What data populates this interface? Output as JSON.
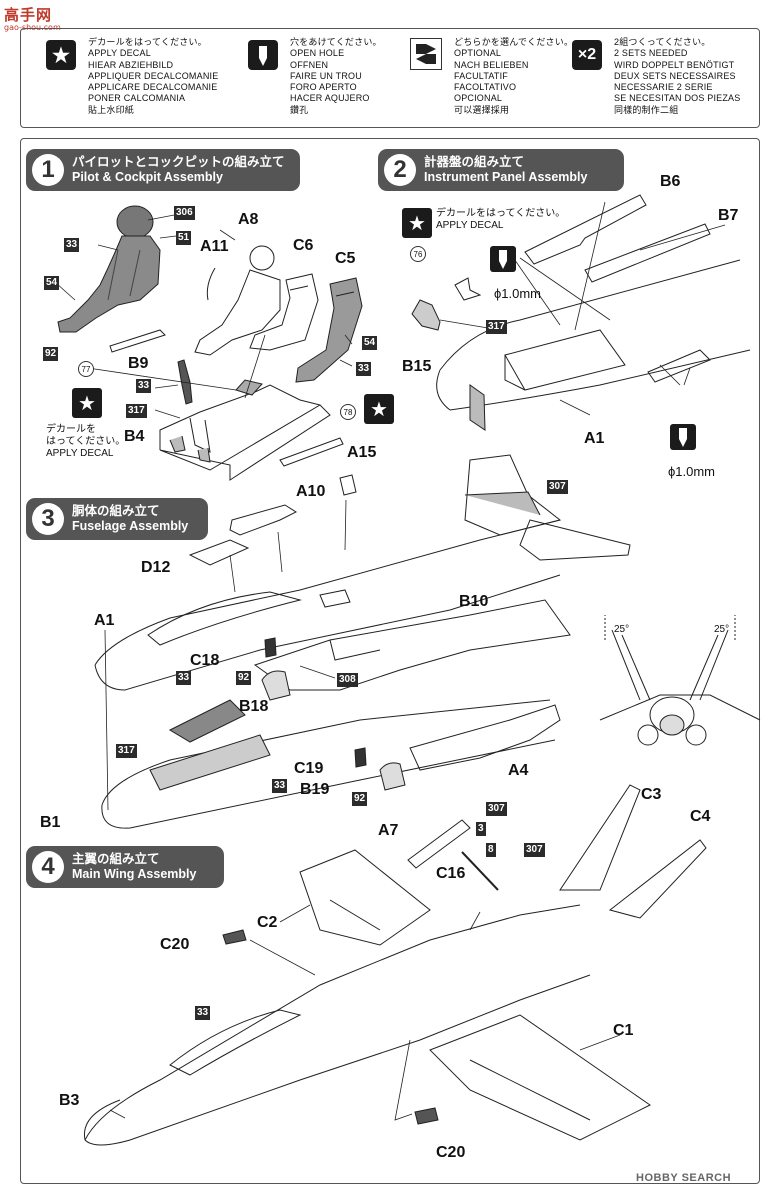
{
  "watermark": {
    "logo": "高手网",
    "url": "gao-shou.com"
  },
  "legend": [
    {
      "icon": "star-icon",
      "symbol": "★",
      "lines": [
        "デカールをはってください。",
        "APPLY DECAL",
        "HIEAR ABZIEHBILD",
        "APPLIQUER DECALCOMANIE",
        "APPLICARE DECALCOMANIE",
        "PONER CALCOMANIA",
        "貼上水印紙"
      ]
    },
    {
      "icon": "drill-icon",
      "symbol": "",
      "lines": [
        "穴をあけてください。",
        "OPEN HOLE",
        "OFFNEN",
        "FAIRE UN TROU",
        "FORO APERTO",
        "HACER AQUJERO",
        "鑽孔"
      ]
    },
    {
      "icon": "optional-icon",
      "symbol": "",
      "lines": [
        "どちらかを選んでください。",
        "OPTIONAL",
        "NACH BELIEBEN",
        "FACULTATIF",
        "FACOLTATIVO",
        "OPCIONAL",
        "可以選擇採用"
      ]
    },
    {
      "icon": "x2-icon",
      "symbol": "×2",
      "lines": [
        "2組つくってください。",
        "2 SETS NEEDED",
        "WIRD DOPPELT BENÖTIGT",
        "DEUX SETS NECESSAIRES",
        "NECESSARIE 2 SERIE",
        "SE NECESITAN DOS PIEZAS",
        "同樣的制作二組"
      ]
    }
  ],
  "steps": [
    {
      "num": "1",
      "jp": "パイロットとコックピットの組み立て",
      "en": "Pilot & Cockpit Assembly"
    },
    {
      "num": "2",
      "jp": "計器盤の組み立て",
      "en": "Instrument Panel Assembly"
    },
    {
      "num": "3",
      "jp": "胴体の組み立て",
      "en": "Fuselage Assembly"
    },
    {
      "num": "4",
      "jp": "主翼の組み立て",
      "en": "Main Wing Assembly"
    }
  ],
  "step1": {
    "parts": {
      "a8": "A8",
      "a11": "A11",
      "c6": "C6",
      "c5": "C5",
      "b9": "B9",
      "b4": "B4"
    },
    "paints": {
      "p306": "306",
      "p33a": "33",
      "p51": "51",
      "p54a": "54",
      "p92": "92",
      "p54b": "54",
      "p33b": "33",
      "p33c": "33",
      "p317": "317"
    },
    "decals": {
      "d77": "77",
      "d78": "78"
    },
    "decal_note": [
      "デカールを",
      "はってください。",
      "APPLY DECAL"
    ]
  },
  "step2": {
    "parts": {
      "b6": "B6",
      "b7": "B7",
      "b15": "B15",
      "a1": "A1"
    },
    "paints": {
      "p317": "317"
    },
    "decals": {
      "d76": "76"
    },
    "decal_note": [
      "デカールをはってください。",
      "APPLY DECAL"
    ],
    "holes": {
      "h1": "ϕ1.0mm",
      "h2": "ϕ1.0mm"
    }
  },
  "step3": {
    "parts": {
      "a15": "A15",
      "a10": "A10",
      "d12": "D12",
      "b10": "B10",
      "a1": "A1",
      "c18": "C18",
      "b18": "B18",
      "c19": "C19",
      "b19": "B19",
      "a4": "A4",
      "b1": "B1"
    },
    "paints": {
      "p307": "307",
      "p33a": "33",
      "p92a": "92",
      "p308": "308",
      "p317": "317",
      "p33b": "33",
      "p92b": "92"
    },
    "angles": {
      "left": "25°",
      "right": "25°"
    }
  },
  "step4": {
    "parts": {
      "c3": "C3",
      "c4": "C4",
      "a7": "A7",
      "c16": "C16",
      "c2": "C2",
      "c20a": "C20",
      "c1": "C1",
      "b3": "B3",
      "c20b": "C20"
    },
    "paints": {
      "p307a": "307",
      "p3": "3",
      "p8": "8",
      "p307b": "307",
      "p33": "33"
    }
  },
  "footer": {
    "brand": "HOBBY SEARCH"
  }
}
